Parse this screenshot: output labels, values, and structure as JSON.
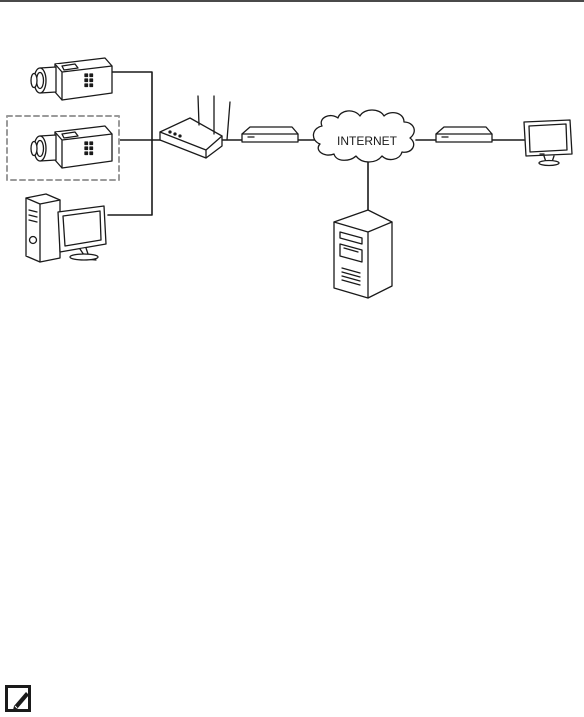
{
  "diagram": {
    "cloud_label": "INTERNET",
    "nodes": [
      {
        "id": "camera-1",
        "kind": "camera"
      },
      {
        "id": "camera-2",
        "kind": "camera",
        "highlighted": true
      },
      {
        "id": "pc",
        "kind": "desktop-pc"
      },
      {
        "id": "router",
        "kind": "wireless-router"
      },
      {
        "id": "modem-left",
        "kind": "modem"
      },
      {
        "id": "internet",
        "kind": "cloud"
      },
      {
        "id": "modem-right",
        "kind": "modem"
      },
      {
        "id": "remote-monitor",
        "kind": "monitor"
      },
      {
        "id": "server",
        "kind": "server-tower"
      }
    ],
    "links": [
      [
        "camera-1",
        "router"
      ],
      [
        "camera-2",
        "router"
      ],
      [
        "pc",
        "router"
      ],
      [
        "router",
        "modem-left"
      ],
      [
        "modem-left",
        "internet"
      ],
      [
        "internet",
        "modem-right"
      ],
      [
        "modem-right",
        "remote-monitor"
      ],
      [
        "internet",
        "server"
      ]
    ]
  },
  "icons": {
    "note": "note-pencil-icon"
  },
  "colors": {
    "line": "#1a1a1a",
    "dashed_box": "#9a9a9a",
    "device_fill": "#ffffff"
  }
}
